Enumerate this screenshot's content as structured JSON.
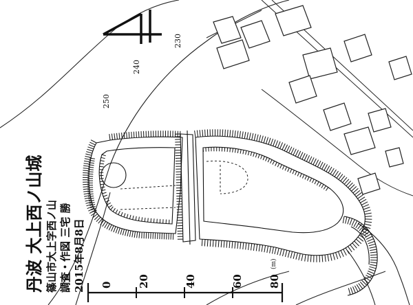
{
  "title": "丹波 大上西ノ山城",
  "location": "篠山市大上字西ノ山",
  "survey": "調査・作図 三宅 勝",
  "date": "2015年8月8日",
  "contours": [
    "230",
    "240",
    "250"
  ],
  "scale": {
    "ticks": [
      "0",
      "20",
      "40",
      "60",
      "80"
    ],
    "unit": "(m)"
  },
  "north_symbol": "north-arrow"
}
